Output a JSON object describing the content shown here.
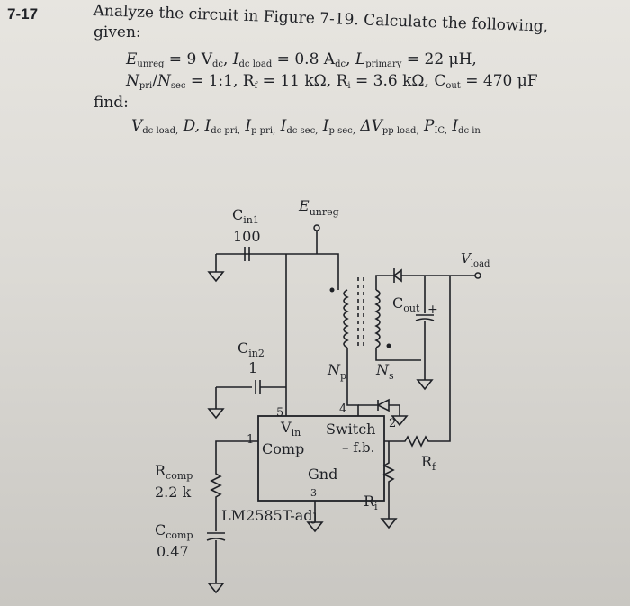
{
  "problem": {
    "number": "7-17",
    "intro": "Analyze the circuit in Figure 7-19. Calculate the following,",
    "given_label": "given:",
    "find_label": "find:",
    "given": {
      "e_unreg": "9 V",
      "e_unreg_sub": "dc",
      "idc_load": "0.8 A",
      "idc_load_sub": "dc",
      "l_primary": "22 μH,",
      "turns": "1:1,",
      "rf": "11 kΩ,",
      "ri": "3.6 kΩ,",
      "cout": "470 μF"
    },
    "find_items": [
      "V",
      "dc load,",
      "D,",
      "I",
      "dc pri,",
      "I",
      "p pri,",
      "I",
      "dc sec,",
      "I",
      "p sec,",
      "ΔV",
      "pp load,",
      "P",
      "IC,",
      "I",
      "dc in"
    ]
  },
  "circuit": {
    "labels": {
      "cin1": "C",
      "cin1_sub": "in1",
      "cin1_val": "100",
      "cin2": "C",
      "cin2_sub": "in2",
      "cin2_val": "1",
      "eunreg": "E",
      "eunreg_sub": "unreg",
      "vload": "V",
      "vload_sub": "load",
      "cout": "C",
      "cout_sub": "out",
      "np": "N",
      "np_sub": "p",
      "ns": "N",
      "ns_sub": "s",
      "rcomp": "R",
      "rcomp_sub": "comp",
      "rcomp_val": "2.2 k",
      "ccomp": "C",
      "ccomp_sub": "comp",
      "ccomp_val": "0.47",
      "rf": "R",
      "rf_sub": "f",
      "ri": "R",
      "ri_sub": "i",
      "vin": "V",
      "vin_sub": "in",
      "switch": "Switch",
      "comp": "Comp",
      "fb": "– f.b.",
      "gnd": "Gnd",
      "ic": "LM2585T-adj",
      "pin1": "1",
      "pin2": "2",
      "pin3": "3",
      "pin4": "4",
      "pin5": "5",
      "plus": "+"
    }
  }
}
